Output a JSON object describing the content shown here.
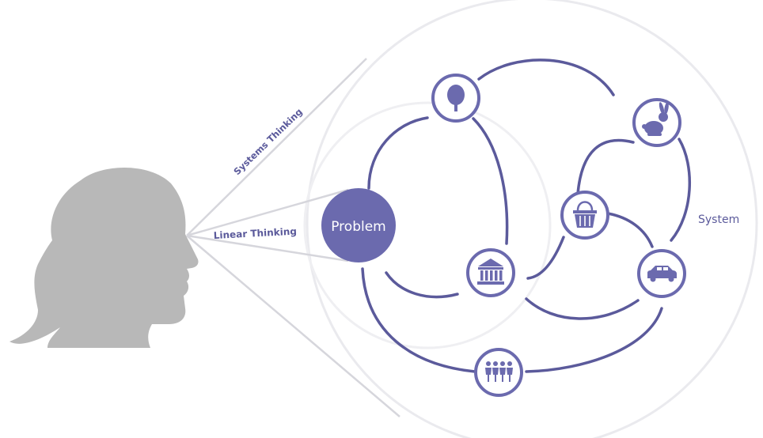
{
  "diagram": {
    "labels": {
      "systems_thinking": "Systems Thinking",
      "linear_thinking": "Linear Thinking",
      "problem": "Problem",
      "system": "System"
    },
    "nodes": [
      {
        "id": "tree",
        "icon": "tree-icon"
      },
      {
        "id": "rabbit",
        "icon": "rabbit-icon"
      },
      {
        "id": "basket",
        "icon": "basket-icon"
      },
      {
        "id": "bank",
        "icon": "bank-icon"
      },
      {
        "id": "car",
        "icon": "car-icon"
      },
      {
        "id": "people",
        "icon": "people-icon"
      }
    ],
    "colors": {
      "accent": "#6b6aae",
      "node_fill": "#6b6aae",
      "ring": "#e8e8ec",
      "head": "#b8b8b8",
      "ray": "#d6d6dc"
    }
  }
}
